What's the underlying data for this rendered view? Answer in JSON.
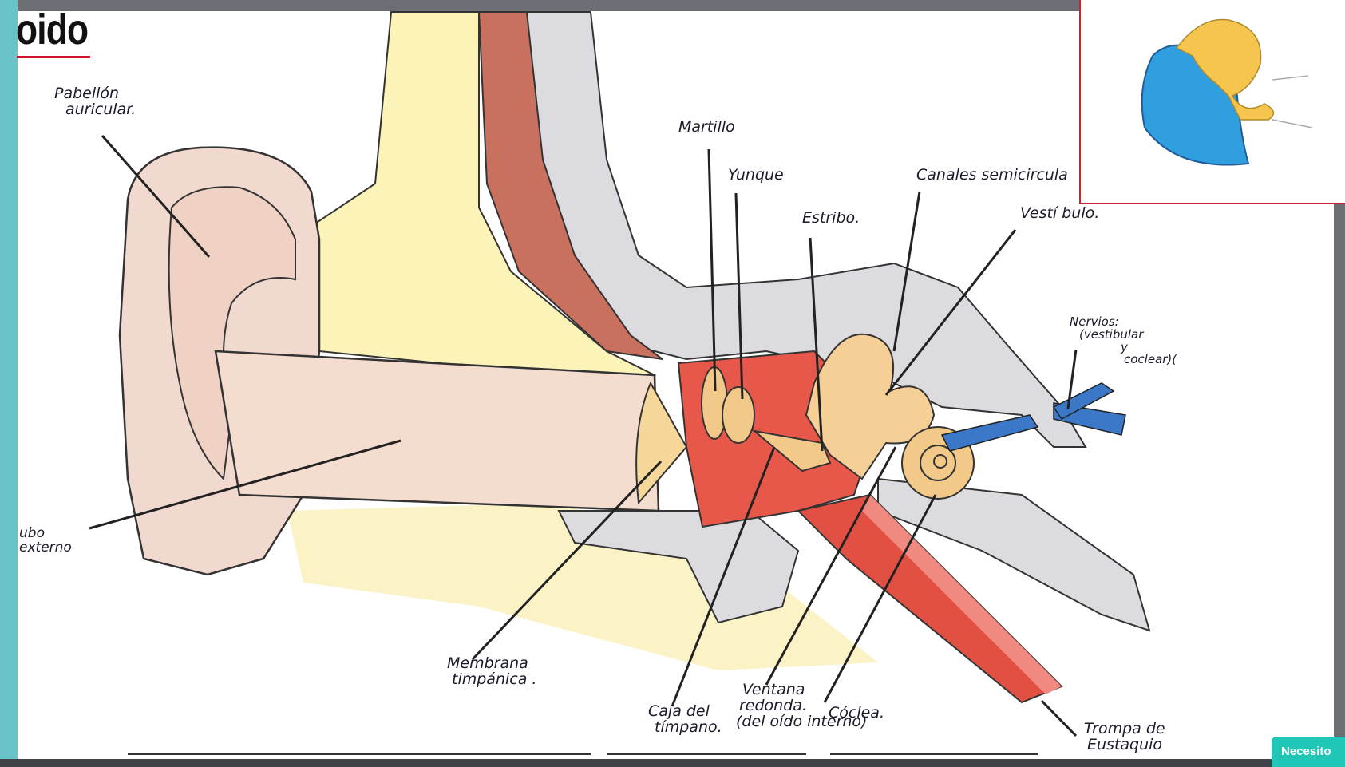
{
  "title": "oido",
  "labels": {
    "pabellon": [
      "Pabellón",
      "auricular."
    ],
    "tubo": [
      "ubo",
      "externo"
    ],
    "martillo": "Martillo",
    "yunque": "Yunque",
    "estribo": "Estribo.",
    "canales": "Canales semicircula",
    "vestibulo": "Vestí bulo.",
    "nervios": [
      "Nervios:",
      "(vestibular",
      "y",
      "coclear)("
    ],
    "membrana": [
      "Membrana",
      "timpánica ."
    ],
    "caja": [
      "Caja del",
      "tímpano."
    ],
    "ventana": [
      "Ventana",
      "redonda.",
      "(del oído interno)"
    ],
    "coclea": "Cóclea.",
    "trompa": [
      "Trompa de",
      "Eustaquio"
    ]
  },
  "badge": "Necesito",
  "colors": {
    "accent_underline": "#d0152b",
    "sidebar": "#69c3c8",
    "badge": "#20c6b6",
    "ear_skin": "#f2d9cf",
    "middle_ear_red": "#e8584a",
    "ossicles": "#f3c98a",
    "bone_gray": "#d9d9dc",
    "cartilage_yellow": "#fbf3b8",
    "nerve_blue": "#3b78c8"
  }
}
